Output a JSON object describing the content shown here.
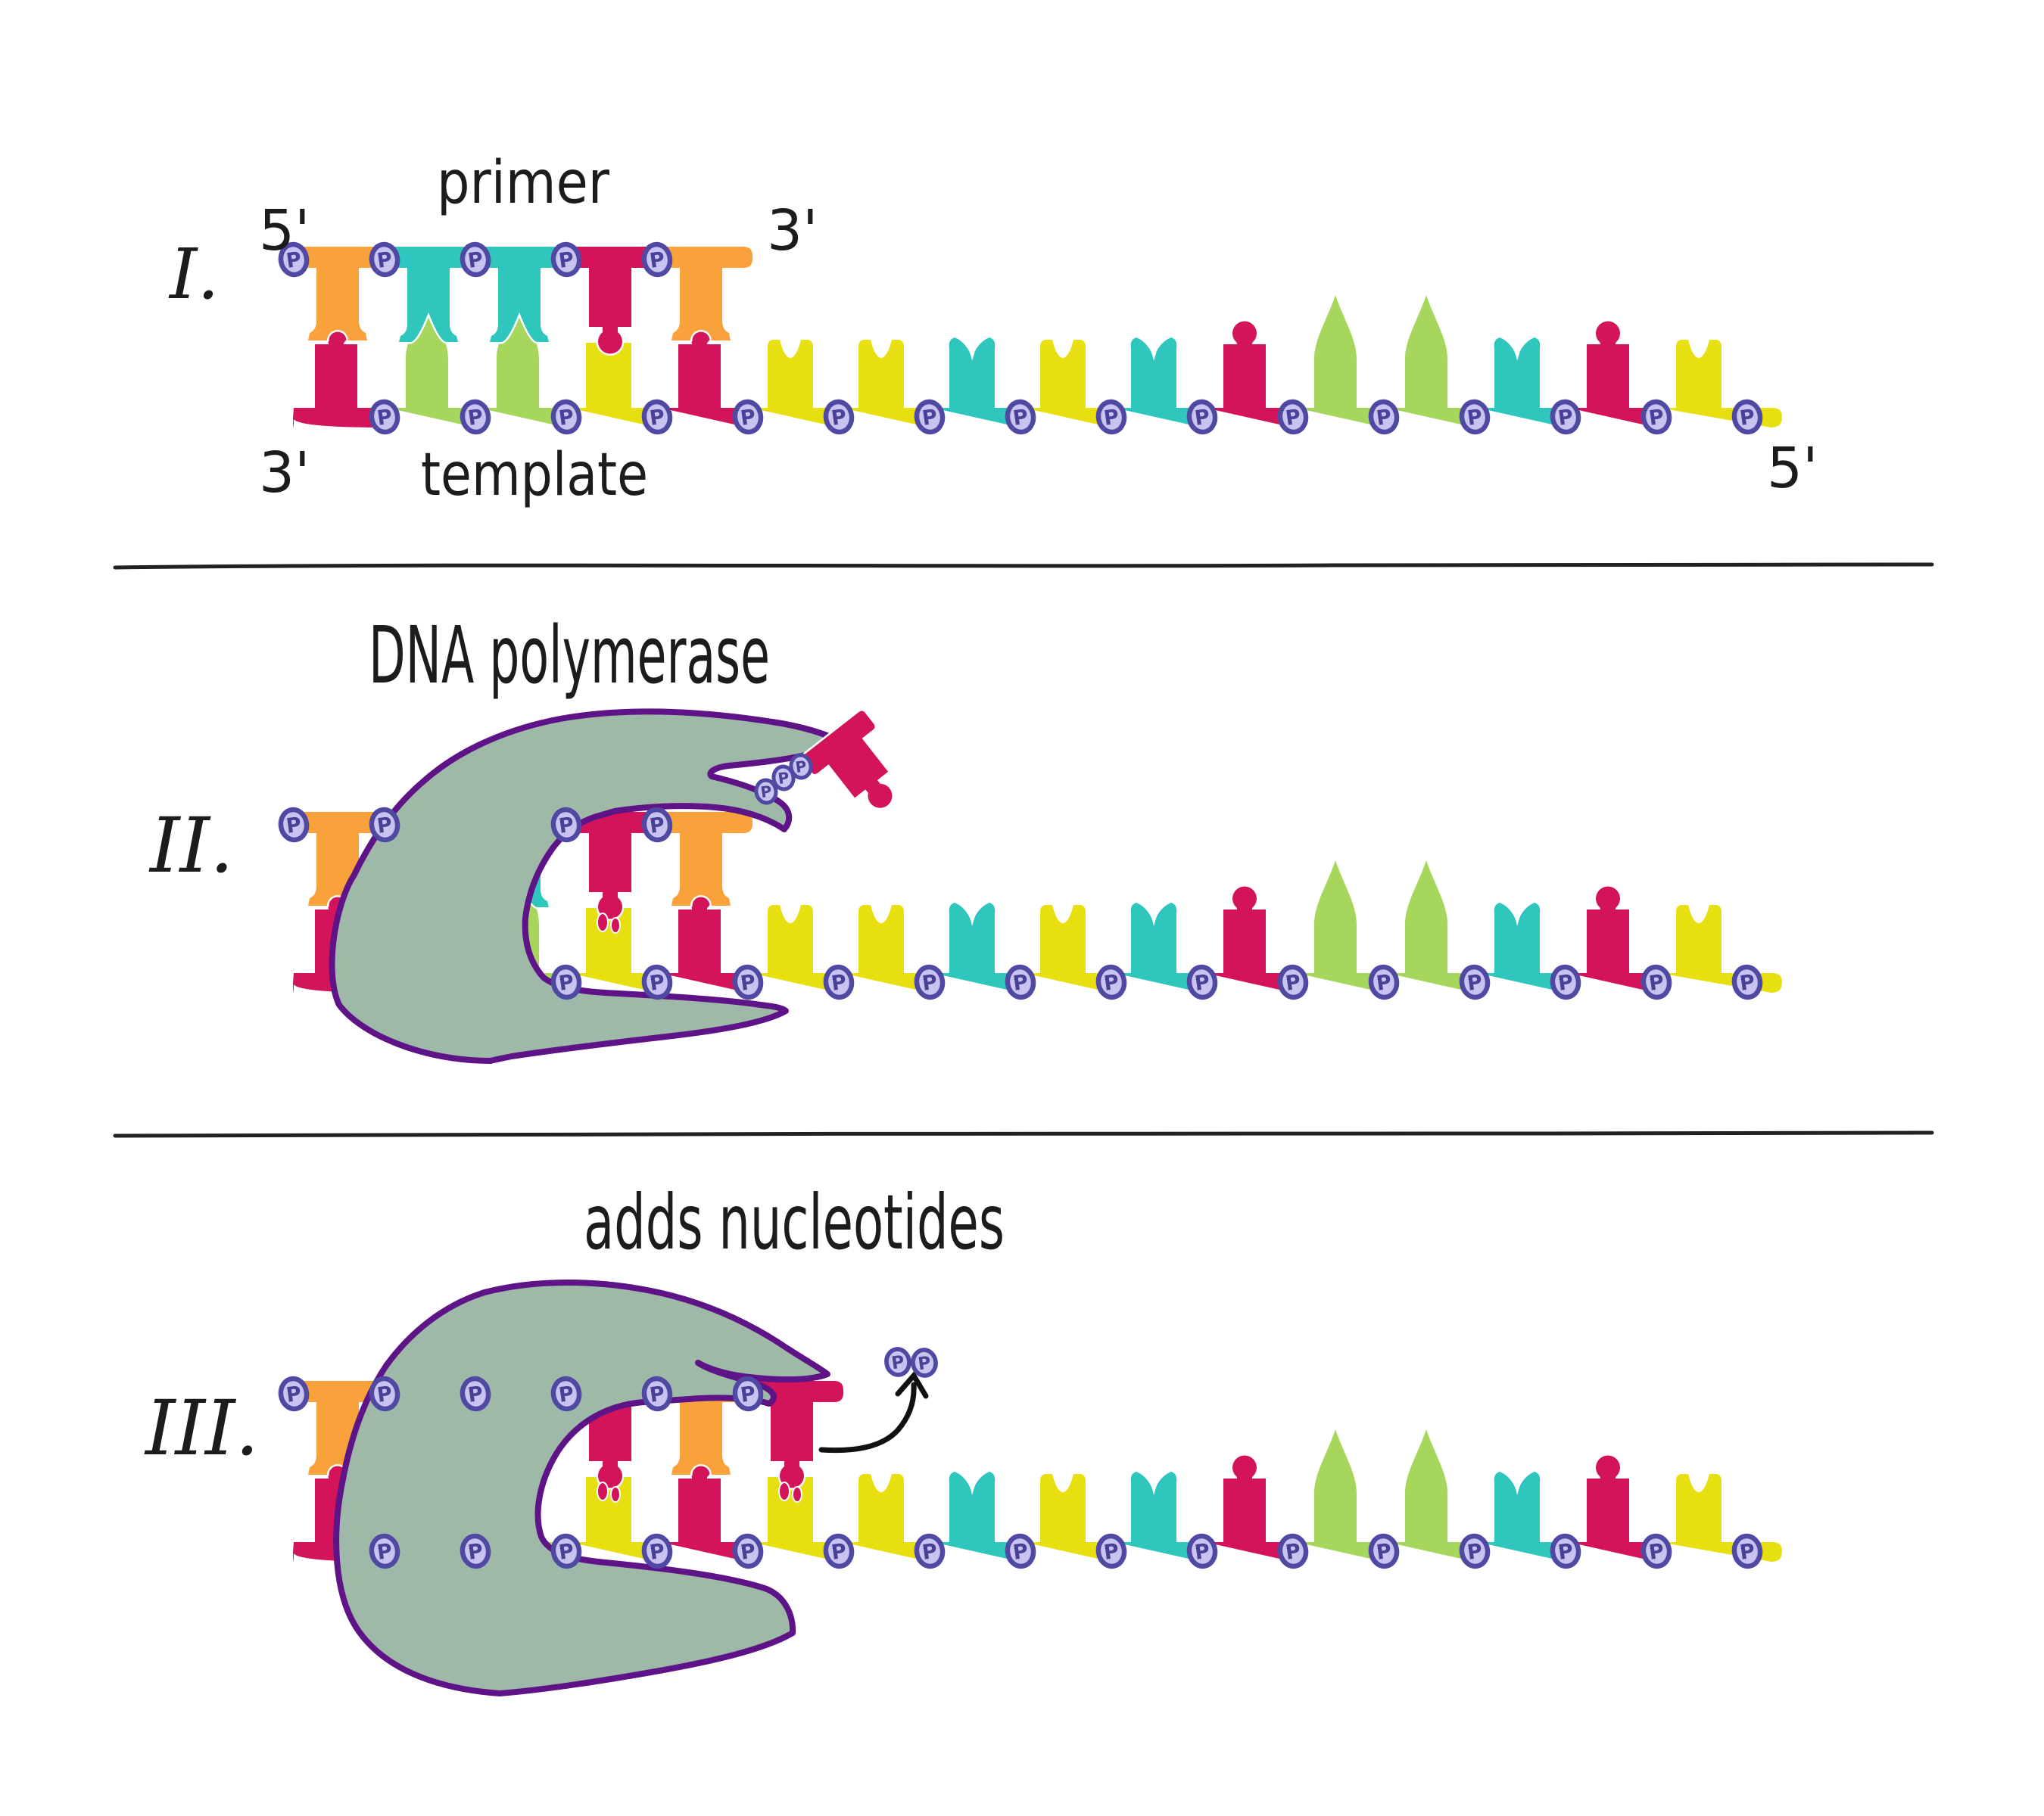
{
  "colors": {
    "orange": "#F9A23C",
    "teal": "#2EC6BD",
    "crimson": "#D4145A",
    "green": "#A6D75C",
    "yellow": "#E7DF10",
    "hand_fill": "#9FB9A8",
    "hand_outline": "#5E1387",
    "phosphate_fill": "#C9C3EF",
    "phosphate_ring": "#5049A3",
    "phosphate_letter": "#4A4196",
    "text": "#1C1C1C",
    "background": "#FFFFFF"
  },
  "phosphate_symbol": "P",
  "panels": [
    {
      "numeral": "I.",
      "labels": {
        "primer": "primer",
        "template": "template",
        "primer_5_end": "5'",
        "primer_3_end": "3'",
        "template_3_end": "3'",
        "template_5_end": "5'"
      },
      "primer_bases": [
        "orange",
        "teal",
        "teal",
        "crimson",
        "orange"
      ],
      "template_bases": [
        "crimson",
        "green",
        "green",
        "yellow",
        "crimson",
        "yellow",
        "yellow",
        "teal",
        "yellow",
        "teal",
        "crimson",
        "green",
        "green",
        "teal",
        "crimson",
        "yellow"
      ]
    },
    {
      "numeral": "II.",
      "labels": {
        "enzyme": "DNA polymerase"
      },
      "hand": true,
      "primer_bases": [
        "orange",
        "teal",
        "teal",
        "crimson",
        "orange"
      ],
      "template_bases": [
        "crimson",
        "green",
        "green",
        "yellow",
        "crimson",
        "yellow",
        "yellow",
        "teal",
        "yellow",
        "teal",
        "crimson",
        "green",
        "green",
        "teal",
        "crimson",
        "yellow"
      ],
      "incoming_nucleotide": {
        "base_color": "crimson",
        "phosphate_count": 3
      }
    },
    {
      "numeral": "III.",
      "labels": {
        "action": "adds nucleotides"
      },
      "hand": true,
      "primer_bases": [
        "orange",
        "teal",
        "teal",
        "crimson",
        "orange",
        "crimson"
      ],
      "template_bases": [
        "crimson",
        "green",
        "green",
        "yellow",
        "crimson",
        "yellow",
        "yellow",
        "teal",
        "yellow",
        "teal",
        "crimson",
        "green",
        "green",
        "teal",
        "crimson",
        "yellow"
      ],
      "released_pyrophosphate": {
        "phosphate_count": 2
      }
    }
  ]
}
